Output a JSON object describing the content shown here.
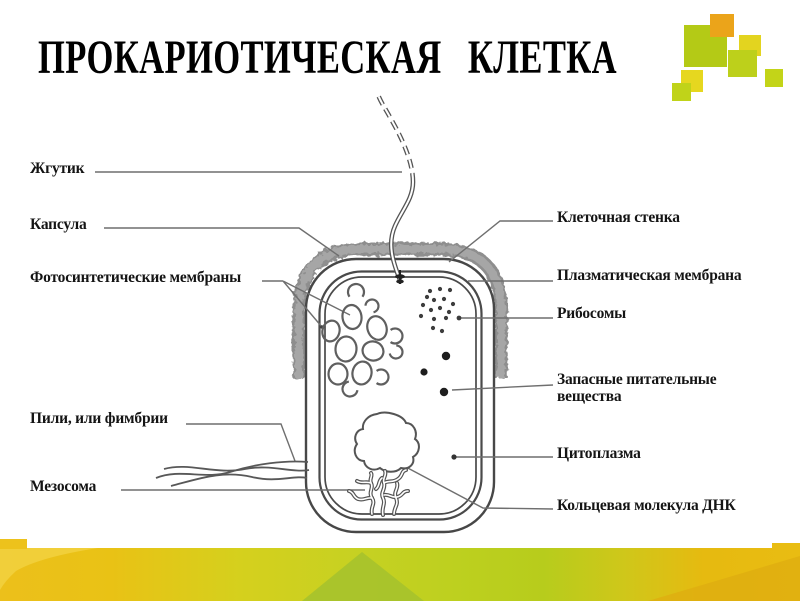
{
  "slide": {
    "title": "ПРОКАРИОТИЧЕСКАЯ КЛЕТКА"
  },
  "labels": {
    "left": [
      "Жгутик",
      "Капсула",
      "Фотосинтетические мембраны",
      "Пили, или фимбрии",
      "Мезосома"
    ],
    "right": [
      "Клеточная стенка",
      "Плазматическая мембрана",
      "Рибосомы",
      "Запасные питательные вещества",
      "Цитоплазма",
      "Кольцевая молекула ДНК"
    ]
  },
  "colors": {
    "accent_green": "#b8cd18",
    "accent_green_light": "#c3d41b",
    "accent_yellow": "#e5d41e",
    "accent_orange": "#eba41a",
    "accent_gold": "#e9c019",
    "diagram_line": "#4a4a4a",
    "capsule_gray": "#8f8f8f"
  }
}
